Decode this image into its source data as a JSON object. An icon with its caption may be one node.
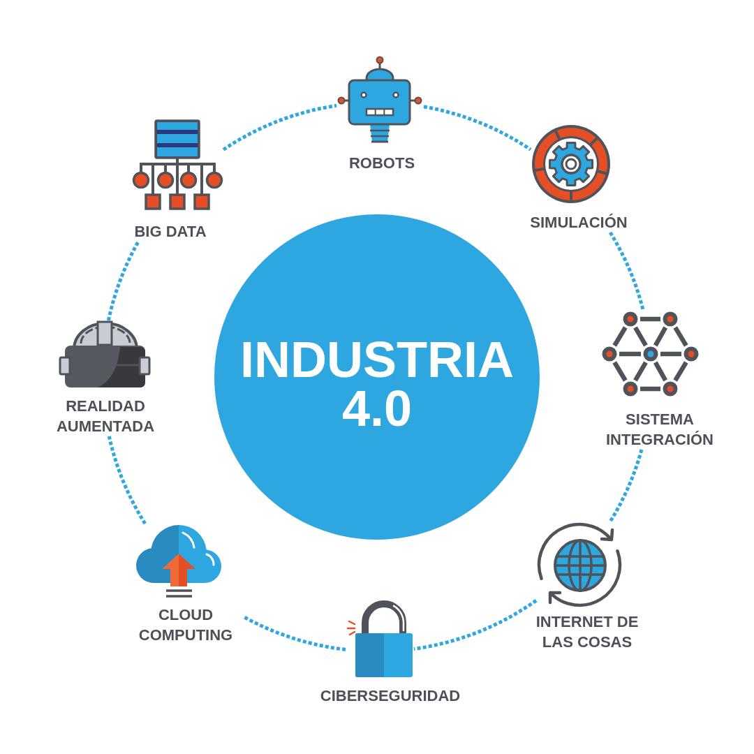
{
  "diagram": {
    "nodes": [
      {
        "text": [
          "INDUSTRIA 4.0"
        ]
      },
      {
        "text": [
          "ROBOTS"
        ]
      },
      {
        "text": [
          "SIMULACIÓN"
        ]
      },
      {
        "text": [
          "SISTEMA INTEGRACIÓN"
        ]
      },
      {
        "text": [
          "INTERNET DE LAS COSAS"
        ]
      },
      {
        "text": [
          "CIBERSEGURIDAD"
        ]
      },
      {
        "text": [
          "CLOUD COMPUTING"
        ]
      },
      {
        "text": [
          "REALIDAD AUMENTADA"
        ]
      },
      {
        "text": [
          "BIG DATA"
        ]
      }
    ],
    "edges": [
      {
        "from": 1,
        "to": 2,
        "arrow": "none",
        "style": "dashed"
      },
      {
        "from": 2,
        "to": 3,
        "arrow": "none",
        "style": "dashed"
      },
      {
        "from": 3,
        "to": 4,
        "arrow": "none",
        "style": "dashed"
      },
      {
        "from": 4,
        "to": 5,
        "arrow": "none",
        "style": "dashed"
      },
      {
        "from": 5,
        "to": 6,
        "arrow": "none",
        "style": "dashed"
      },
      {
        "from": 6,
        "to": 7,
        "arrow": "none",
        "style": "dashed"
      },
      {
        "from": 7,
        "to": 8,
        "arrow": "none",
        "style": "dashed"
      },
      {
        "from": 8,
        "to": 1,
        "arrow": "none",
        "style": "dashed"
      }
    ]
  }
}
